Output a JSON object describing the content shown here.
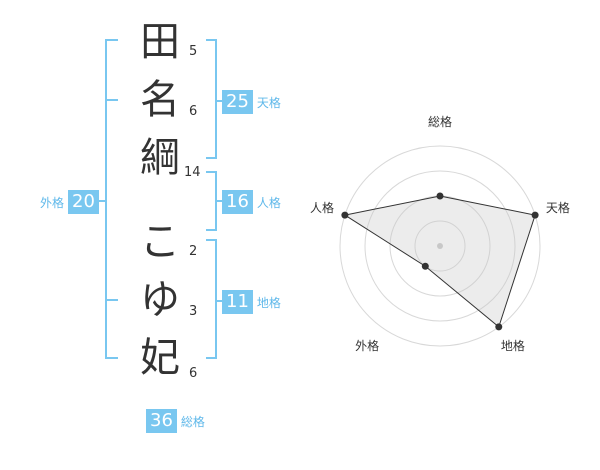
{
  "name": {
    "chars": [
      "田",
      "名",
      "綱",
      "こ",
      "ゆ",
      "妃"
    ],
    "strokes": [
      "5",
      "6",
      "14",
      "2",
      "3",
      "6"
    ]
  },
  "fortune": {
    "tenkaku": {
      "value": "25",
      "label": "天格"
    },
    "jinkaku": {
      "value": "16",
      "label": "人格"
    },
    "chikaku": {
      "value": "11",
      "label": "地格"
    },
    "gaikaku": {
      "value": "20",
      "label": "外格"
    },
    "soukaku": {
      "value": "36",
      "label": "総格"
    }
  },
  "colors": {
    "accent": "#79c7f0",
    "accent_text": "#5fb8ea",
    "bracket": "#79c7f0"
  },
  "chart_data": {
    "type": "radar",
    "axes": [
      "総格",
      "天格",
      "地格",
      "外格",
      "人格"
    ],
    "values": [
      2,
      4,
      4,
      1,
      4
    ],
    "max": 4,
    "rings": 4
  }
}
